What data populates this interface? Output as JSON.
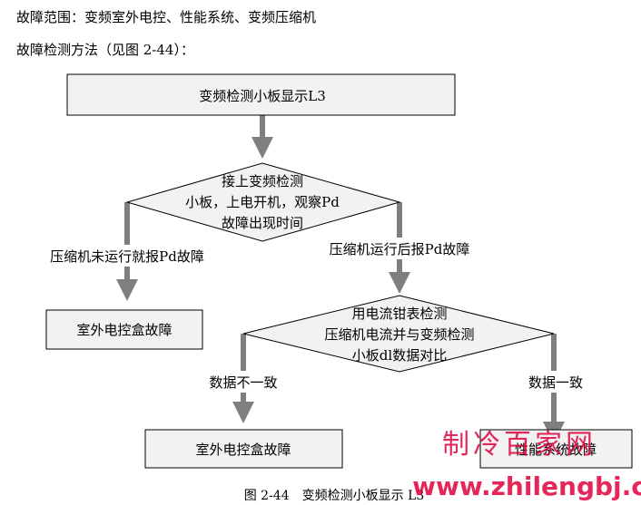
{
  "intro": {
    "fault_scope": "故障范围：变频室外电控、性能系统、变频压缩机",
    "detect_method": "故障检测方法（见图 2-44）："
  },
  "flowchart": {
    "start_box": "变频检测小板显示L3",
    "decision1": [
      "接上变频检测",
      "小板，上电开机，观察Pd",
      "故障出现时间"
    ],
    "left_branch_label": "压缩机未运行就报Pd故障",
    "right_branch_label": "压缩机运行后报Pd故障",
    "left_result": "室外电控盒故障",
    "decision2": [
      "用电流钳表检测",
      "压缩机电流并与变频检测",
      "小板dl数据对比"
    ],
    "inconsistent_label": "数据不一致",
    "consistent_label": "数据一致",
    "inconsistent_result": "室外电控盒故障",
    "consistent_result": "性能系统故障",
    "caption": "图 2-44　变频检测小板显示 L3"
  },
  "watermark": {
    "brand": "制冷百家网",
    "url": "www.zhilengbj.cn"
  },
  "colors": {
    "box_fill": "#f2f2f2",
    "arrow": "#7f7f7f",
    "watermark_red": "#e0003c"
  }
}
